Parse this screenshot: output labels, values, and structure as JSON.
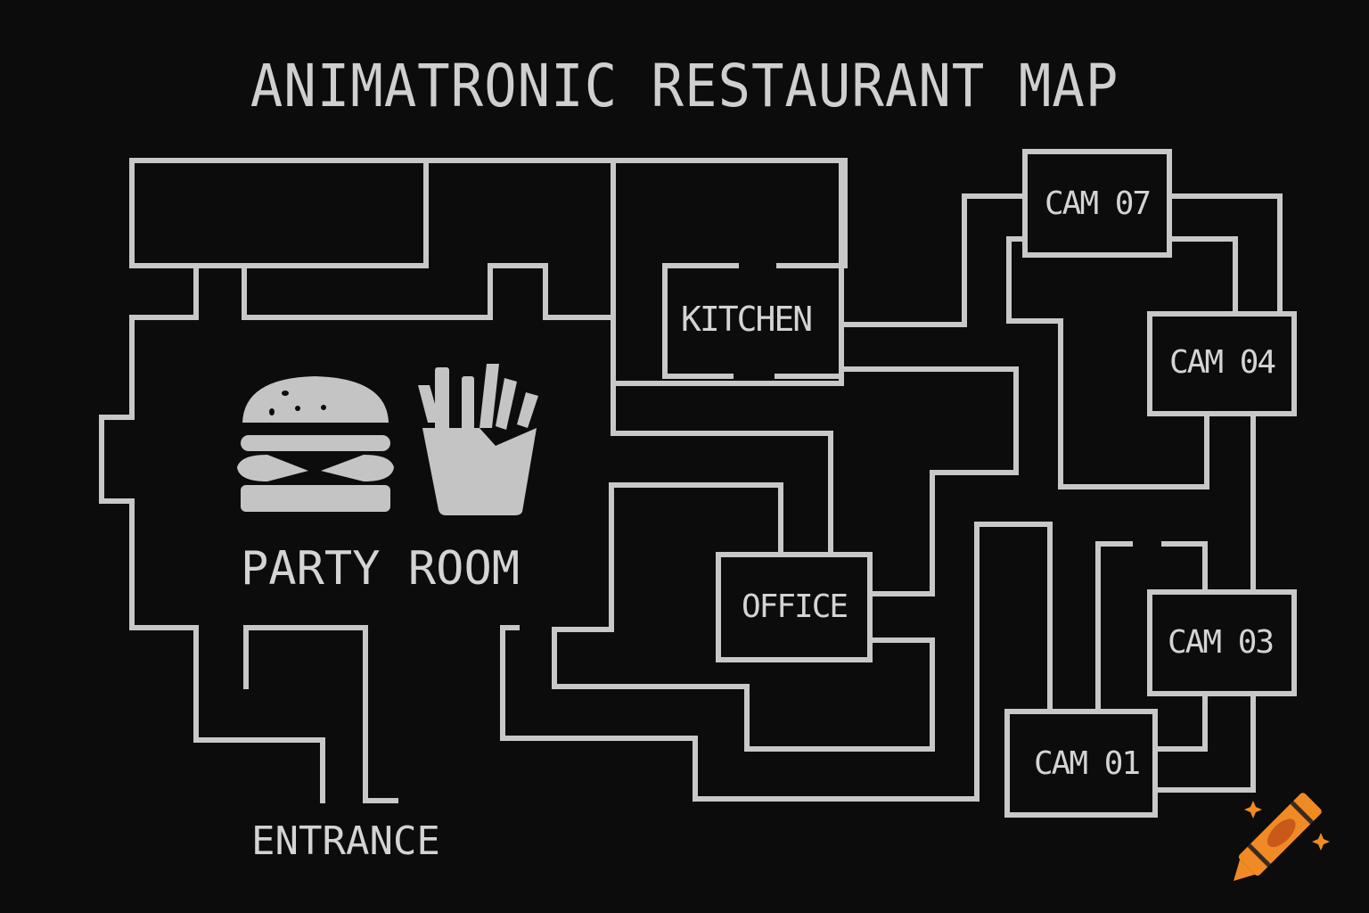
{
  "title": "ANIMATRONIC RESTAURANT MAP",
  "colors": {
    "background": "#0c0c0c",
    "walls": "#c8c8c8",
    "text": "#d4d4d4",
    "crayon": "#f08a24",
    "crayon_dark": "#c9581a"
  },
  "rooms": {
    "party_room": "PARTY ROOM",
    "kitchen": "KITCHEN",
    "office": "OFFICE",
    "entrance": "ENTRANCE"
  },
  "cameras": [
    {
      "id": "cam07",
      "label": "CAM 07"
    },
    {
      "id": "cam04",
      "label": "CAM 04"
    },
    {
      "id": "cam03",
      "label": "CAM 03"
    },
    {
      "id": "cam01",
      "label": "CAM 01"
    }
  ],
  "icons": [
    "burger-icon",
    "fries-icon",
    "crayon-logo-icon"
  ]
}
